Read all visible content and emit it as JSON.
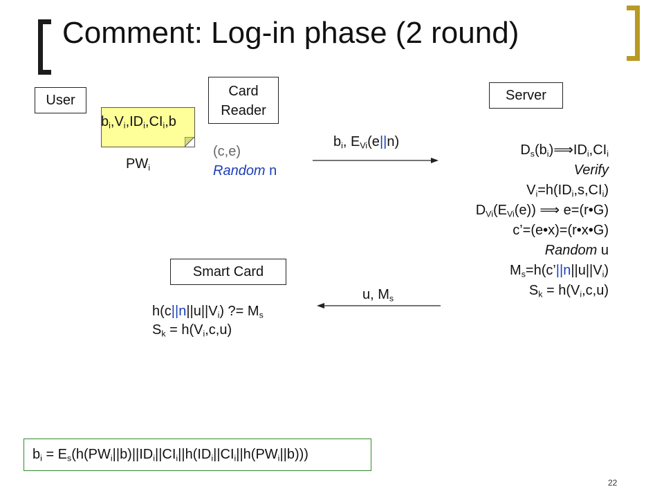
{
  "title": "Comment: Log-in phase (2 round)",
  "entities": {
    "user": "User",
    "card_reader": [
      "Card",
      "Reader"
    ],
    "server": "Server",
    "smart_card": "Smart Card"
  },
  "card_note": "bi,Vi,IDi,CIi,b",
  "user_input": "PWi",
  "card_reader_values": {
    "line1": "(c,e)",
    "line2": "Random n"
  },
  "message_to_server": "bi, EVi(e||n)",
  "server_steps": [
    "Ds(bi)⟹IDi,CIi",
    "Verify",
    "Vi=h(IDi,s,CIi)",
    "DVi(EVi(e)) ⟹ e=(r•G)",
    "c’=(e•x)=(r•x•G)",
    "Random u",
    "Ms=h(c’||n||u||Vi)",
    "Sk = h(Vi,c,u)"
  ],
  "message_to_card": "u, Ms",
  "smart_card_steps": [
    "h(c||n||u||Vi) ?= Ms",
    "Sk = h(Vi,c,u)"
  ],
  "formula": "bi = Es(h(PWi||b)||IDi||CIi||h(IDi||CIi||h(PWi||b)))",
  "page_number": "22",
  "colors": {
    "accent_bracket": "#b89a24",
    "blue_text": "#1b3db8",
    "note_fill": "#ffff99",
    "formula_border": "#2e8b2e"
  }
}
